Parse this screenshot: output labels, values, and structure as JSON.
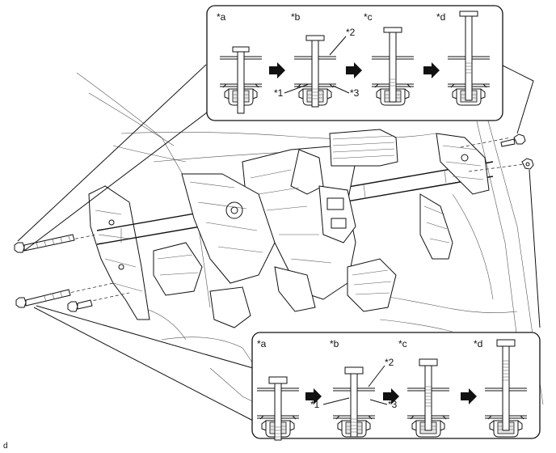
{
  "top_panel": {
    "steps": [
      {
        "label": "*a"
      },
      {
        "label": "*b"
      },
      {
        "label": "*c"
      },
      {
        "label": "*d"
      }
    ],
    "callouts": {
      "c1": "*1",
      "c2": "*2",
      "c3": "*3"
    }
  },
  "bottom_panel": {
    "steps": [
      {
        "label": "*a"
      },
      {
        "label": "*b"
      },
      {
        "label": "*c"
      },
      {
        "label": "*d"
      }
    ],
    "callouts": {
      "c1": "*1",
      "c2": "*2",
      "c3": "*3"
    }
  },
  "footer": {
    "code": "d"
  }
}
